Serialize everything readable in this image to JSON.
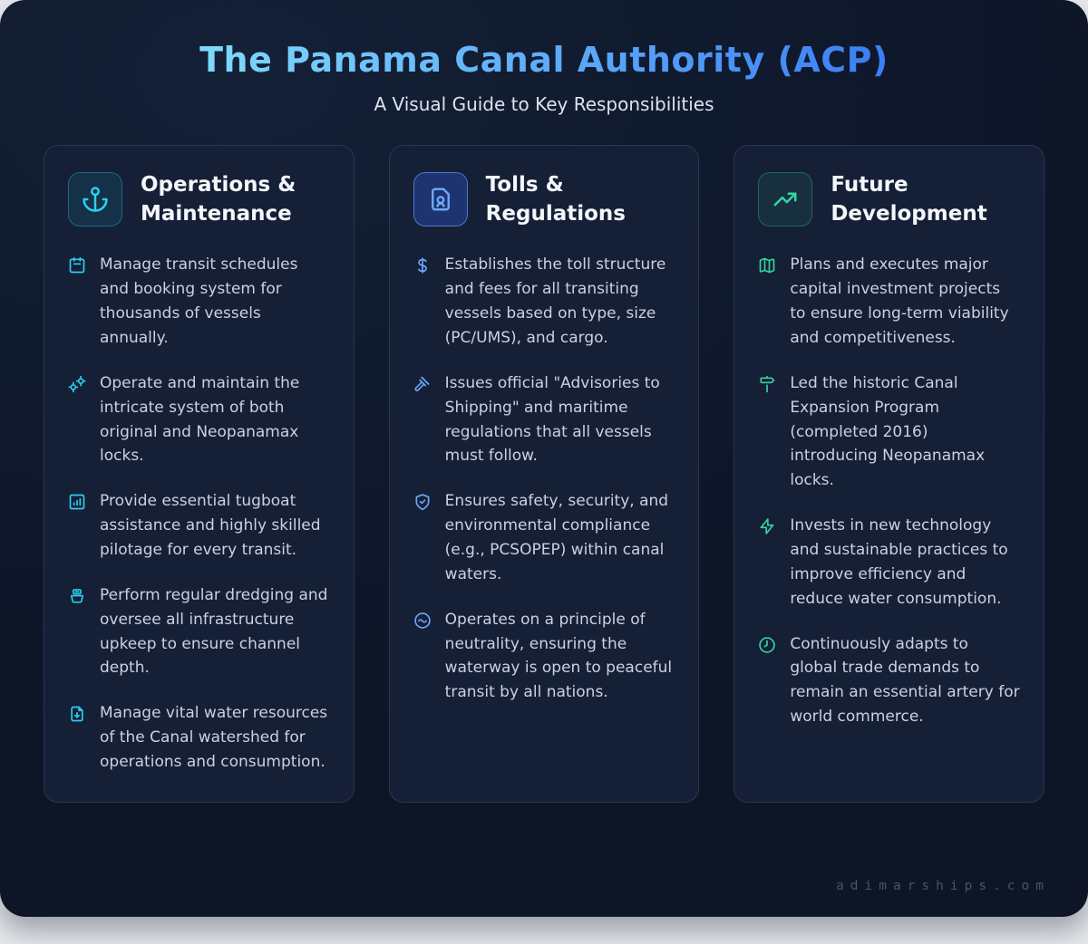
{
  "page": {
    "title": "The Panama Canal Authority (ACP)",
    "subtitle": "A Visual Guide to Key Responsibilities",
    "watermark": "adimarships.com"
  },
  "colors": {
    "background_outer": "#e9eaee",
    "board_background": "#0f1a2e",
    "card_background": "#151f36",
    "card_border": "#2b3554",
    "body_text": "#c9d2e0",
    "accent_cyan": "#2bd0ee",
    "accent_blue": "#6ea5f8",
    "accent_green": "#34d4a0",
    "title_gradient_start": "#7fd9fa",
    "title_gradient_end": "#3b7df6"
  },
  "cards": [
    {
      "title": "Operations & Maintenance",
      "header_icon": "anchor-icon",
      "accent": "#2bd0ee",
      "items": [
        {
          "icon": "calendar-icon",
          "text": "Manage transit schedules and booking system for thousands of vessels annually."
        },
        {
          "icon": "gears-icon",
          "text": "Operate and maintain the intricate system of both original and Neopanamax locks."
        },
        {
          "icon": "bar-chart-square-icon",
          "text": "Provide essential tugboat assistance and highly skilled pilotage for every transit."
        },
        {
          "icon": "toolbox-icon",
          "text": "Perform regular dredging and oversee all infrastructure upkeep to ensure channel depth."
        },
        {
          "icon": "file-down-icon",
          "text": "Manage vital water resources of the Canal watershed for operations and consumption."
        }
      ]
    },
    {
      "title": "Tolls & Regulations",
      "header_icon": "document-badge-icon",
      "accent": "#6ea5f8",
      "items": [
        {
          "icon": "dollar-sign-icon",
          "text": "Establishes the toll structure and fees for all transiting vessels based on type, size (PC/UMS), and cargo."
        },
        {
          "icon": "gavel-icon",
          "text": "Issues official \"Advisories to Shipping\" and maritime regulations that all vessels must follow."
        },
        {
          "icon": "shield-check-icon",
          "text": "Ensures safety, security, and environmental compliance (e.g., PCSOPEP) within canal waters."
        },
        {
          "icon": "wave-circle-icon",
          "text": "Operates on a principle of neutrality, ensuring the waterway is open to peaceful transit by all nations."
        }
      ]
    },
    {
      "title": "Future Development",
      "header_icon": "trending-up-icon",
      "accent": "#34d4a0",
      "items": [
        {
          "icon": "map-icon",
          "text": "Plans and executes major capital investment projects to ensure long-term viability and competitiveness."
        },
        {
          "icon": "milestone-icon",
          "text": "Led the historic Canal Expansion Program (completed 2016) introducing Neopanamax locks."
        },
        {
          "icon": "zap-icon",
          "text": "Invests in new technology and sustainable practices to improve efficiency and reduce water consumption."
        },
        {
          "icon": "clock-icon",
          "text": "Continuously adapts to global trade demands to remain an essential artery for world commerce."
        }
      ]
    }
  ]
}
